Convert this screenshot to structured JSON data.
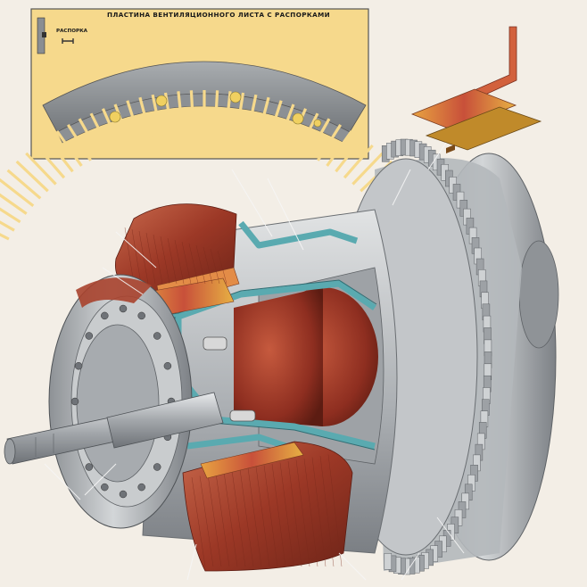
{
  "inset": {
    "title": "ПЛАСТИНА ВЕНТИЛЯЦИОННОГО ЛИСТА С РАСПОРКАМИ",
    "spacer_label": "РАСПОРКА"
  },
  "colors": {
    "background": "#f3eee6",
    "inset_panel": "#f6d98c",
    "steel": "#b9bcbf",
    "copper_winding": "#a8422e",
    "insulation_cyan": "#6fb9bd",
    "leader_line": "#f4f4f4"
  },
  "icons": [
    "spacer-icon",
    "ventilation-plate-arc"
  ]
}
